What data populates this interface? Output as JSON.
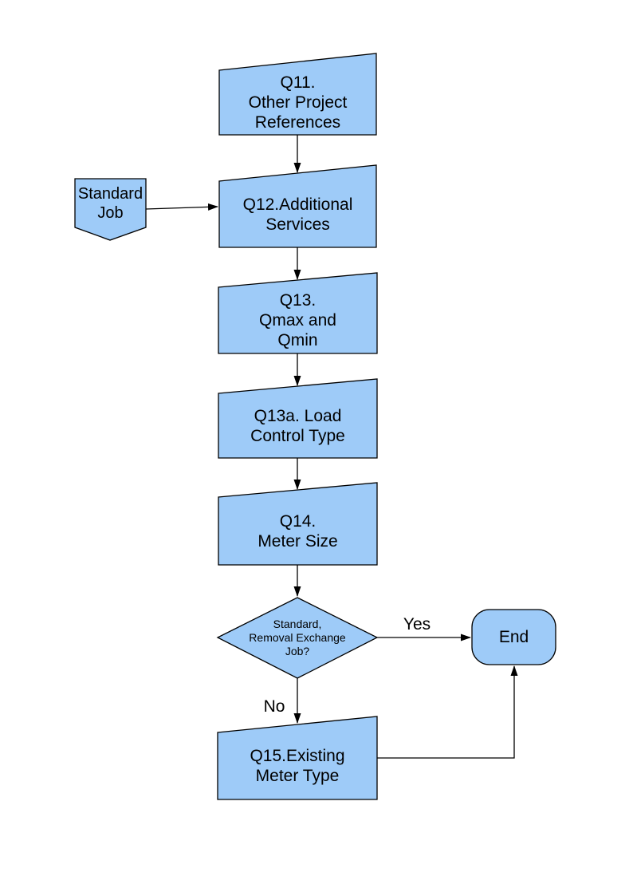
{
  "diagram": {
    "background": "#FFFFFF",
    "colors": {
      "node_fill": "#9ECBF8",
      "node_border": "#000000",
      "connector": "#000000",
      "text": "#000000"
    },
    "nodes": {
      "q11": {
        "label": "Q11.\nOther Project\nReferences",
        "shape": "manual-input"
      },
      "standard_job": {
        "label": "Standard\nJob",
        "shape": "off-page-connector"
      },
      "q12": {
        "label": "Q12.Additional\nServices",
        "shape": "manual-input"
      },
      "q13": {
        "label": "Q13.\nQmax and\nQmin",
        "shape": "manual-input"
      },
      "q13a": {
        "label": "Q13a. Load\nControl Type",
        "shape": "manual-input"
      },
      "q14": {
        "label": "Q14.\nMeter Size",
        "shape": "manual-input"
      },
      "decision": {
        "label": "Standard,\nRemoval Exchange\nJob?",
        "shape": "decision-diamond"
      },
      "end": {
        "label": "End",
        "shape": "terminator"
      },
      "q15": {
        "label": "Q15.Existing\nMeter Type",
        "shape": "manual-input"
      }
    },
    "edge_labels": {
      "yes": "Yes",
      "no": "No"
    },
    "edges": [
      {
        "from": "q11",
        "to": "q12",
        "label": ""
      },
      {
        "from": "standard_job",
        "to": "q12",
        "label": ""
      },
      {
        "from": "q12",
        "to": "q13",
        "label": ""
      },
      {
        "from": "q13",
        "to": "q13a",
        "label": ""
      },
      {
        "from": "q13a",
        "to": "q14",
        "label": ""
      },
      {
        "from": "q14",
        "to": "decision",
        "label": ""
      },
      {
        "from": "decision",
        "to": "end",
        "label": "Yes"
      },
      {
        "from": "decision",
        "to": "q15",
        "label": "No"
      },
      {
        "from": "q15",
        "to": "end",
        "label": ""
      }
    ]
  }
}
